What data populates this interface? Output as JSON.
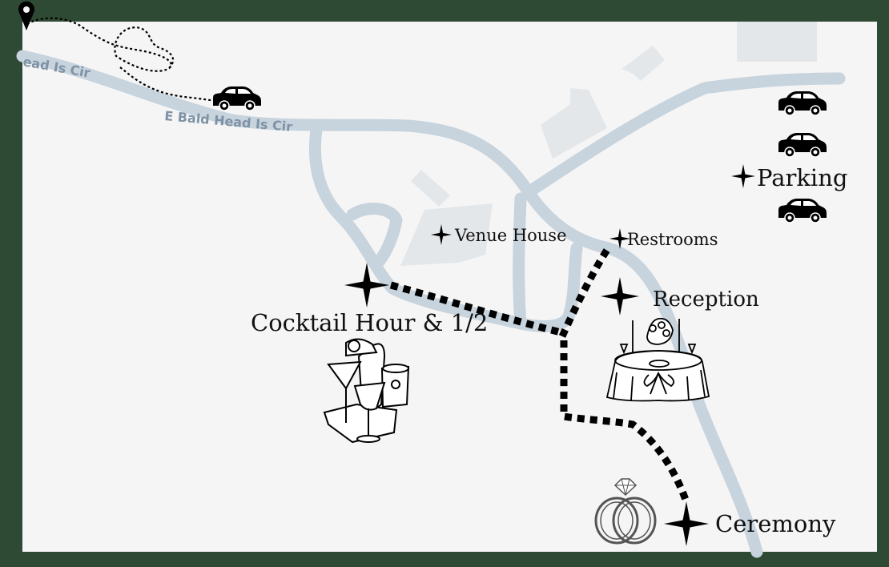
{
  "map": {
    "frame_color": "#2f4a34",
    "land_color": "#f5f5f5",
    "road_color": "#c7d3dd",
    "building_color": "#e4e7ea",
    "path_color": "#000000"
  },
  "road_labels": {
    "left": "ead Is Cir",
    "main": "E Bald Head Is Cir"
  },
  "places": {
    "venue_house": "Venue House",
    "restrooms": "Restrooms",
    "parking": "Parking",
    "reception": "Reception",
    "cocktail_hour": "Cocktail Hour & 1/2",
    "ceremony": "Ceremony"
  },
  "icons": {
    "start_pin": "map-pin-icon",
    "car": "car-icon",
    "sparkle": "sparkle-icon",
    "cocktails": "cocktail-glasses-illustration",
    "dinner_table": "reception-table-illustration",
    "rings": "wedding-rings-illustration"
  }
}
